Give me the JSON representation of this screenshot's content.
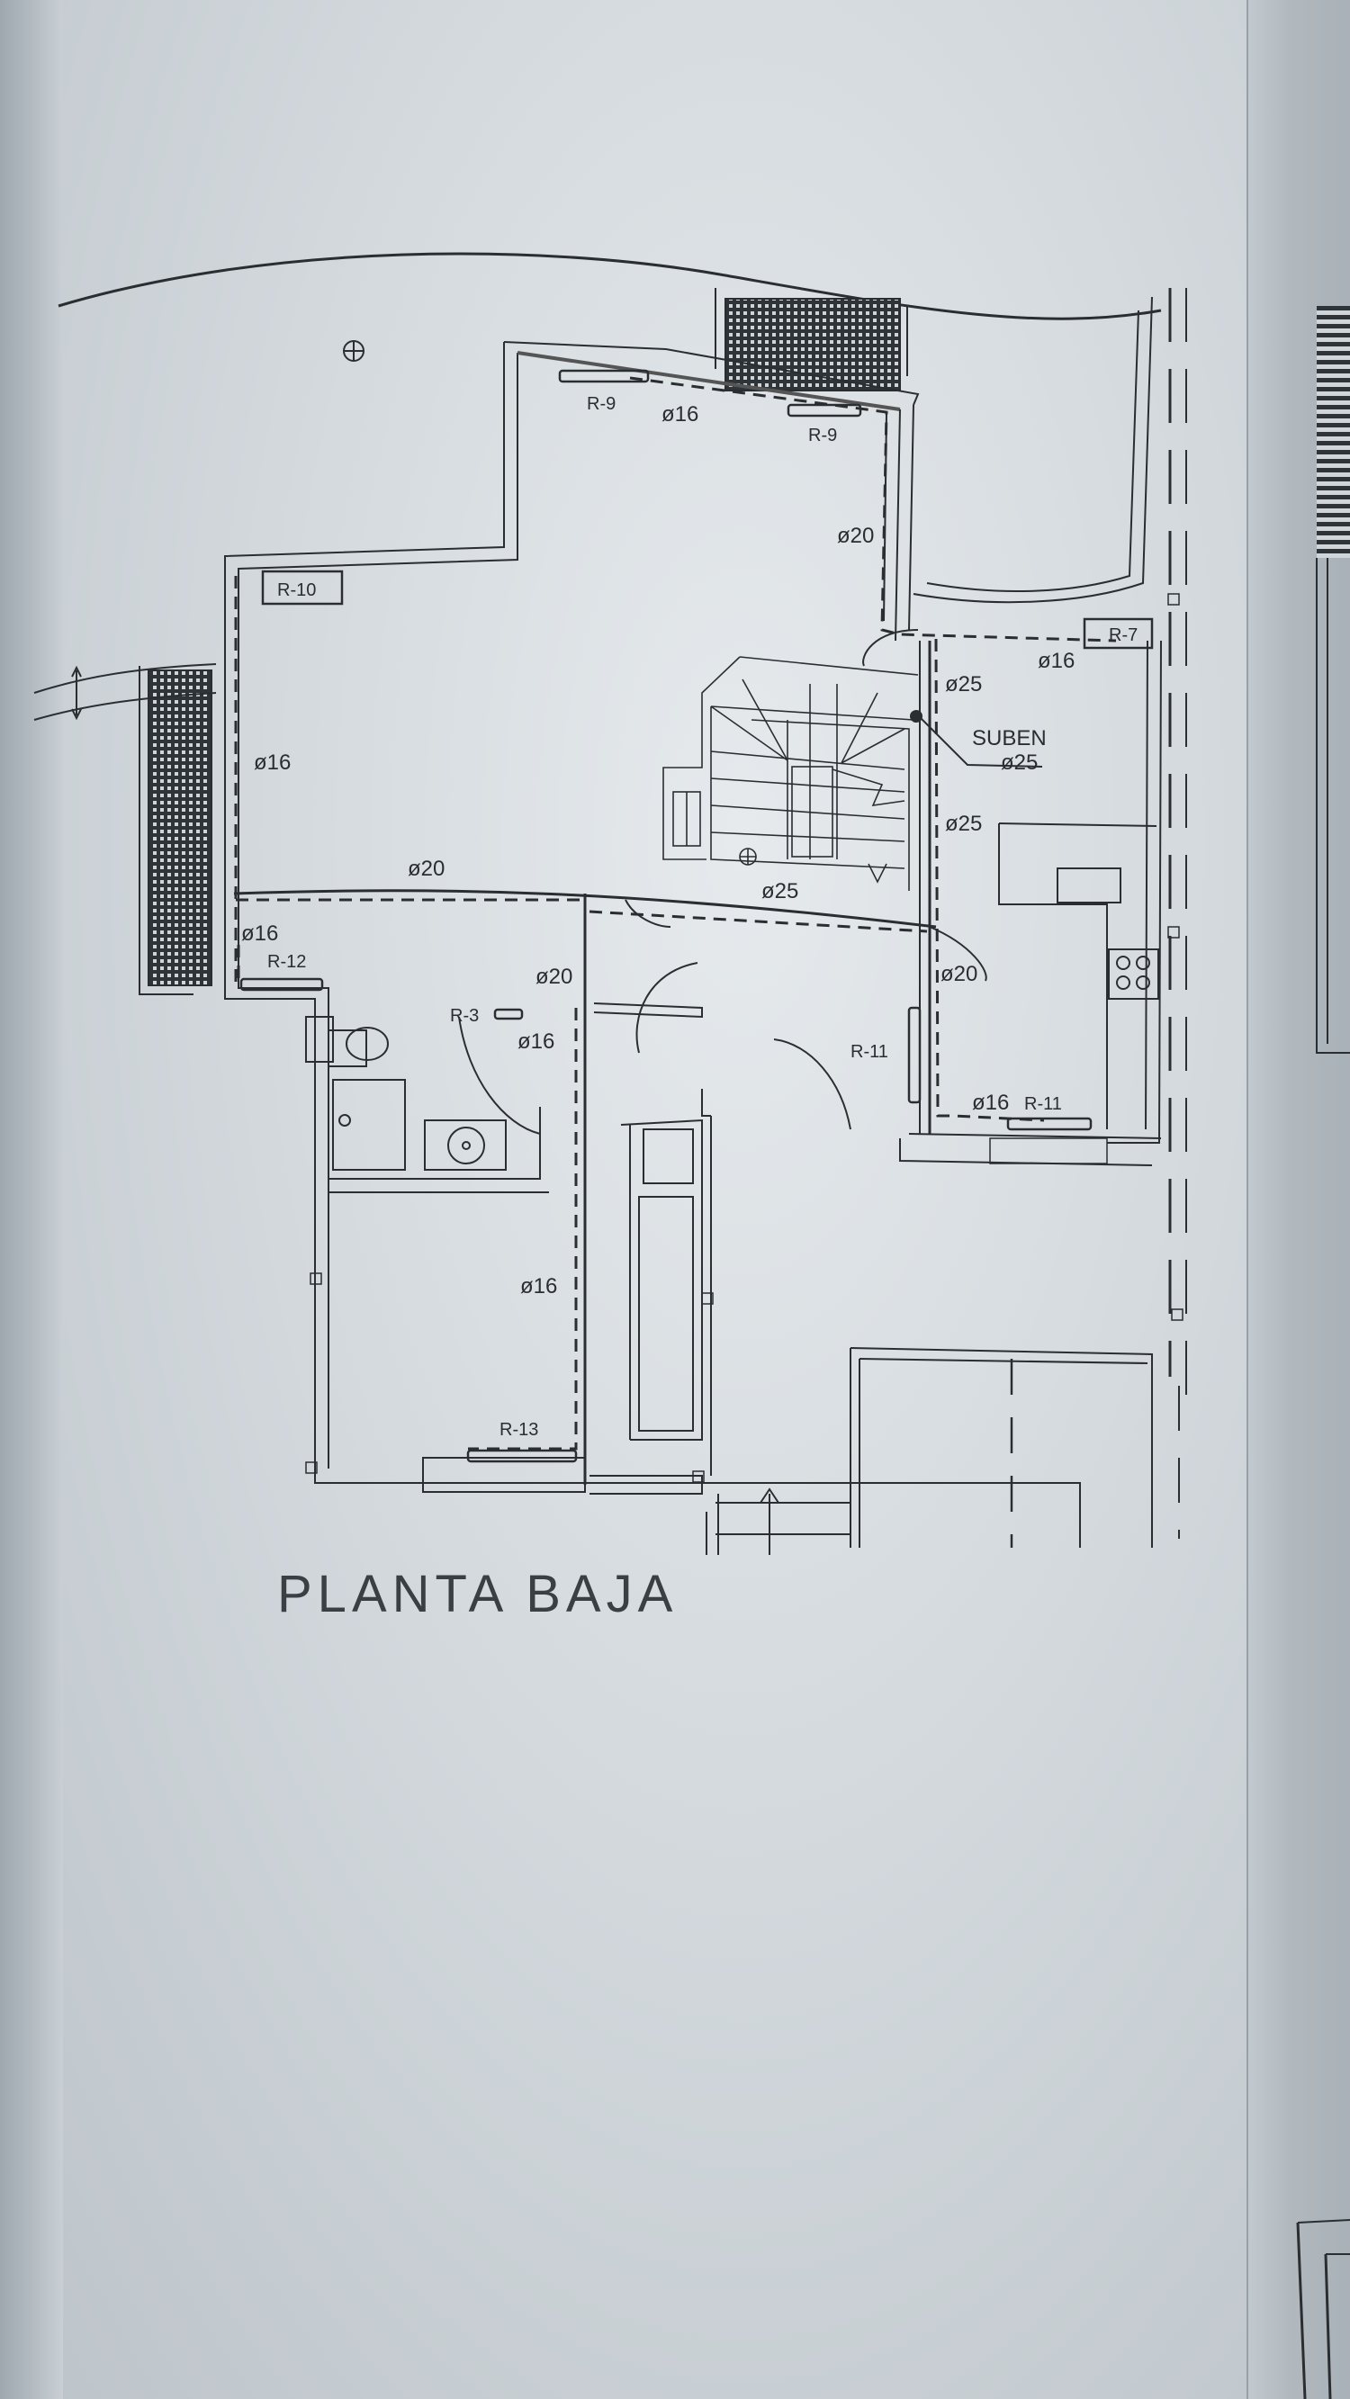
{
  "drawing": {
    "title": "PLANTA BAJA",
    "type": "ground floor plan - heating/radiator installation"
  },
  "radiators": [
    {
      "id": "R-9",
      "label": "R-9",
      "location": "north wall, living room (left)"
    },
    {
      "id": "R-9b",
      "label": "R-9",
      "location": "north wall, living room (right)"
    },
    {
      "id": "R-10",
      "label": "R-10",
      "location": "northwest corner, living room"
    },
    {
      "id": "R-7",
      "label": "R-7",
      "location": "kitchen/entry north wall"
    },
    {
      "id": "R-12",
      "label": "R-12",
      "location": "west room south wall"
    },
    {
      "id": "R-3",
      "label": "R-3",
      "location": "bathroom"
    },
    {
      "id": "R-11a",
      "label": "R-11",
      "location": "hall east wall"
    },
    {
      "id": "R-11b",
      "label": "R-11",
      "location": "kitchen south wall"
    },
    {
      "id": "R-13",
      "label": "R-13",
      "location": "southwest bedroom south wall"
    }
  ],
  "pipe_labels": {
    "north_d16": "ø16",
    "east_d20": "ø20",
    "r7_d16": "ø16",
    "riser_top_d25": "ø25",
    "suben_text": "SUBEN",
    "suben_d25": "ø25",
    "riser_mid_d25": "ø25",
    "west_d16": "ø16",
    "main_d20": "ø20",
    "main_d25": "ø25",
    "r12_d16": "ø16",
    "bath_d20": "ø20",
    "bath_d16": "ø16",
    "kitchen_d20": "ø20",
    "r11_d16": "ø16",
    "bedroom_d16": "ø16"
  },
  "colors": {
    "ink": "#2a2e31",
    "paper": "#dfe4e7"
  }
}
